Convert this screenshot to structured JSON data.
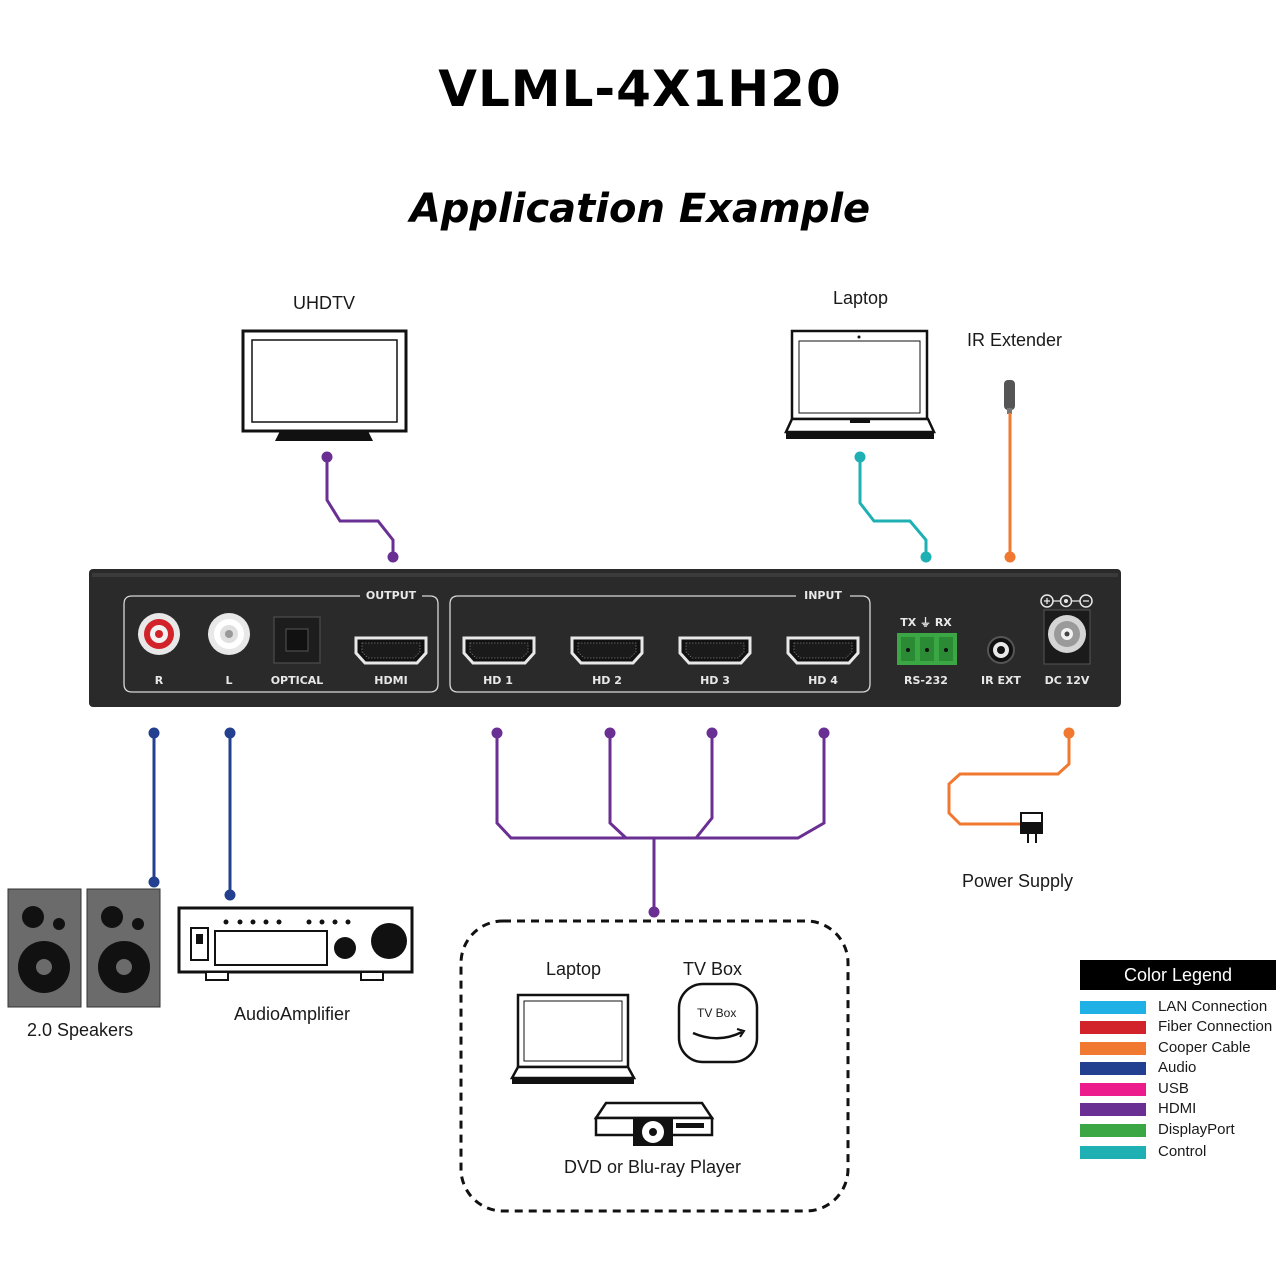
{
  "title": "VLML-4X1H20",
  "subtitle": "Application Example",
  "devices": {
    "uhdtv": "UHDTV",
    "laptop_top": "Laptop",
    "ir_extender": "IR Extender",
    "power_supply": "Power Supply",
    "speakers": "2.0 Speakers",
    "amplifier": "AudioAmplifier",
    "laptop_bottom": "Laptop",
    "tv_box": "TV Box",
    "tv_box_logo": "TV Box",
    "dvd_player": "DVD or Blu-ray Player"
  },
  "panel": {
    "output_group": "OUTPUT",
    "input_group": "INPUT",
    "port_r": "R",
    "port_l": "L",
    "port_optical": "OPTICAL",
    "port_hdmi": "HDMI",
    "port_hd1": "HD 1",
    "port_hd2": "HD 2",
    "port_hd3": "HD 3",
    "port_hd4": "HD 4",
    "rs232_pins": "TX ⏚ RX",
    "port_rs232": "RS-232",
    "port_irext": "IR EXT",
    "port_dc": "DC 12V"
  },
  "legend": {
    "title": "Color Legend",
    "items": [
      {
        "label": "LAN Connection",
        "color": "#1fb0e6"
      },
      {
        "label": "Fiber Connection",
        "color": "#d2232a"
      },
      {
        "label": "Cooper Cable",
        "color": "#f07830"
      },
      {
        "label": "Audio",
        "color": "#22408f"
      },
      {
        "label": "USB",
        "color": "#ec1c8c"
      },
      {
        "label": "HDMI",
        "color": "#6a2f93"
      },
      {
        "label": "DisplayPort",
        "color": "#3aa744"
      },
      {
        "label": "Control",
        "color": "#1fb0b4"
      }
    ]
  },
  "colors": {
    "hdmi": "#6a2f93",
    "audio": "#22408f",
    "control": "#1fb0b4",
    "copper": "#f07830",
    "panel": "#2a2a2a"
  }
}
